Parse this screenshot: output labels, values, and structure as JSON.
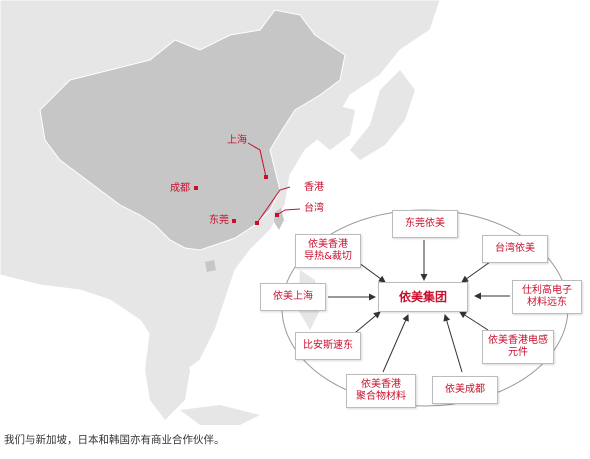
{
  "map": {
    "cities": [
      {
        "id": "shanghai",
        "label": "上海"
      },
      {
        "id": "chengdu",
        "label": "成都"
      },
      {
        "id": "dongguan",
        "label": "东莞"
      },
      {
        "id": "hongkong",
        "label": "香港"
      },
      {
        "id": "taiwan",
        "label": "台湾"
      }
    ]
  },
  "network": {
    "center": "依美集团",
    "nodes": [
      {
        "id": "dongguan",
        "label": "东莞依美"
      },
      {
        "id": "taiwan",
        "label": "台湾依美"
      },
      {
        "id": "shili",
        "label": "仕利高电子\n材料远东"
      },
      {
        "id": "hk_components",
        "label": "依美香港电感\n元件"
      },
      {
        "id": "chengdu",
        "label": "依美成都"
      },
      {
        "id": "hk_polymer",
        "label": "依美香港\n聚合物材料"
      },
      {
        "id": "bian",
        "label": "比安斯速东"
      },
      {
        "id": "shanghai",
        "label": "依美上海"
      },
      {
        "id": "hk_thermal",
        "label": "依美香港\n导热&裁切"
      }
    ]
  },
  "caption": "我们与新加坡，日本和韩国亦有商业合作伙伴。",
  "colors": {
    "accent": "#c8102e",
    "land_china": "#c6c6c6",
    "land_other": "#e6e6e6",
    "sea": "#ffffff"
  }
}
